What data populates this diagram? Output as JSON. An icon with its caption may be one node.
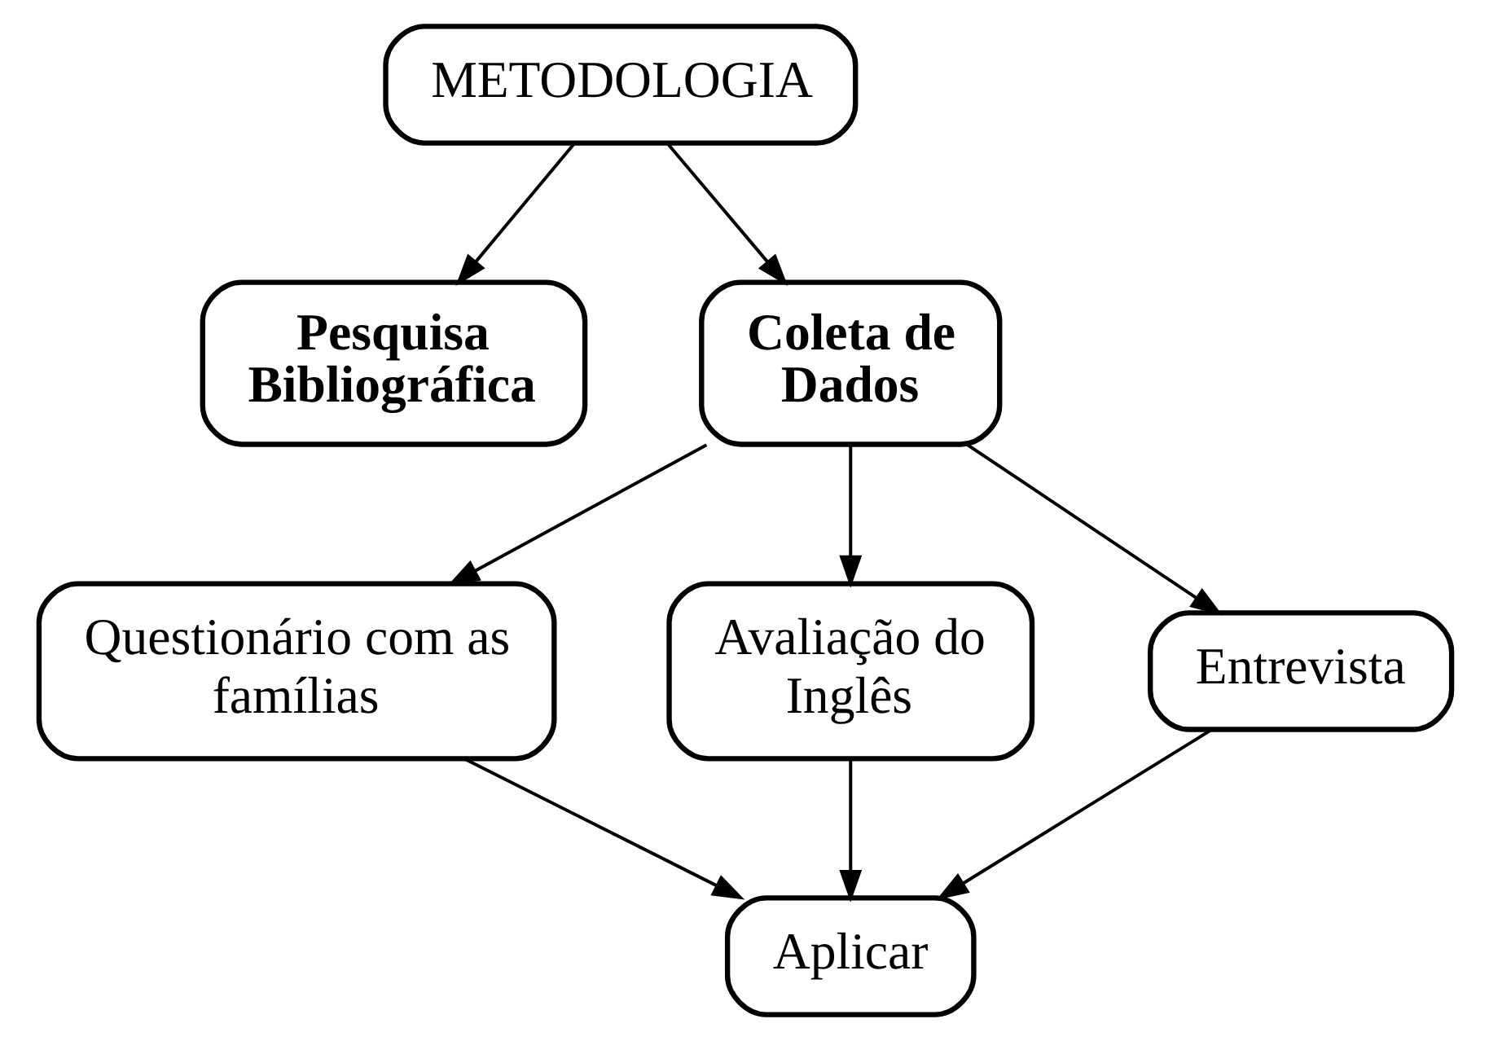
{
  "diagram": {
    "nodes": [
      {
        "text": [
          "METODOLOGIA"
        ]
      },
      {
        "text": [
          "Pesquisa Bibliográfica"
        ]
      },
      {
        "text": [
          "Coleta de Dados"
        ]
      },
      {
        "text": [
          "Questionário com as famílias"
        ]
      },
      {
        "text": [
          "Avaliação do Inglês"
        ]
      },
      {
        "text": [
          "Entrevista"
        ]
      },
      {
        "text": [
          "Aplicar"
        ]
      }
    ],
    "edges": [
      {
        "from": 0,
        "to": 1,
        "arrow": "to"
      },
      {
        "from": 0,
        "to": 2,
        "arrow": "to"
      },
      {
        "from": 2,
        "to": 3,
        "arrow": "to"
      },
      {
        "from": 2,
        "to": 4,
        "arrow": "to"
      },
      {
        "from": 2,
        "to": 5,
        "arrow": "to"
      },
      {
        "from": 3,
        "to": 6,
        "arrow": "to"
      },
      {
        "from": 4,
        "to": 6,
        "arrow": "to"
      },
      {
        "from": 5,
        "to": 6,
        "arrow": "to"
      }
    ]
  }
}
